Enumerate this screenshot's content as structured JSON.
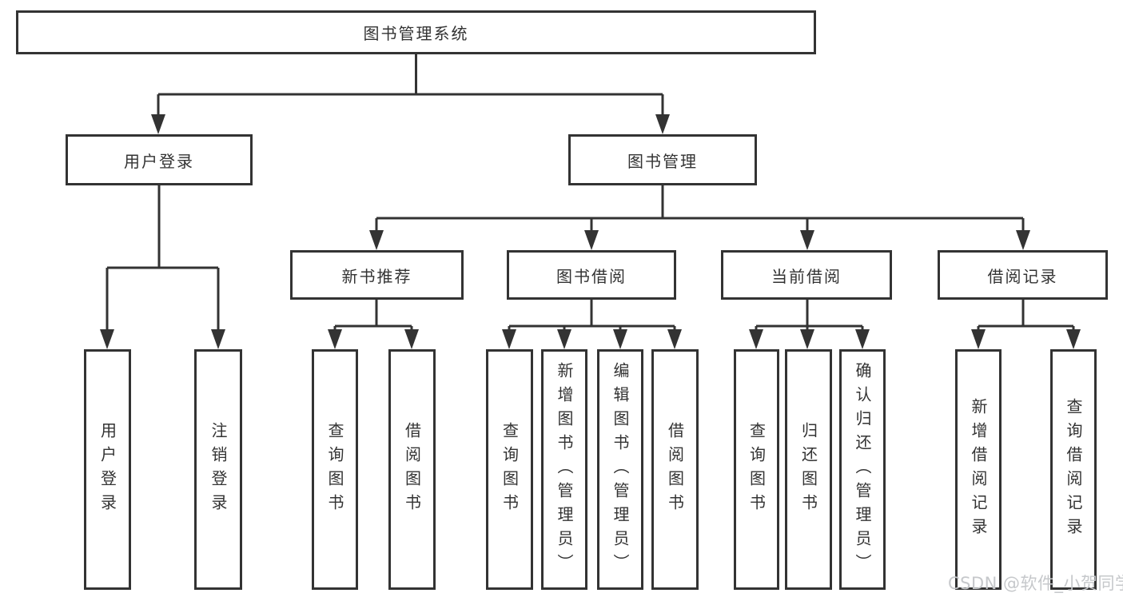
{
  "diagram": {
    "type": "hierarchy-tree",
    "root": "图书管理系统",
    "user_login": {
      "label": "用户登录",
      "children": [
        "用户登录",
        "注销登录"
      ]
    },
    "book_mgmt": {
      "label": "图书管理",
      "sections": [
        {
          "label": "新书推荐",
          "children": [
            "查询图书",
            "借阅图书"
          ]
        },
        {
          "label": "图书借阅",
          "children": [
            "查询图书",
            "新增图书（管理员）",
            "编辑图书（管理员）",
            "借阅图书"
          ]
        },
        {
          "label": "当前借阅",
          "children": [
            "查询图书",
            "归还图书",
            "确认归还（管理员）"
          ]
        },
        {
          "label": "借阅记录",
          "children": [
            "新增借阅记录",
            "查询借阅记录"
          ]
        }
      ]
    }
  },
  "watermark": {
    "text": "CSDN @软件_小贺同学"
  },
  "colors": {
    "line": "#333333",
    "box_border": "#333333",
    "box_fill": "#ffffff",
    "text": "#333333",
    "watermark": "#c6c8cb",
    "background": "#ffffff"
  }
}
